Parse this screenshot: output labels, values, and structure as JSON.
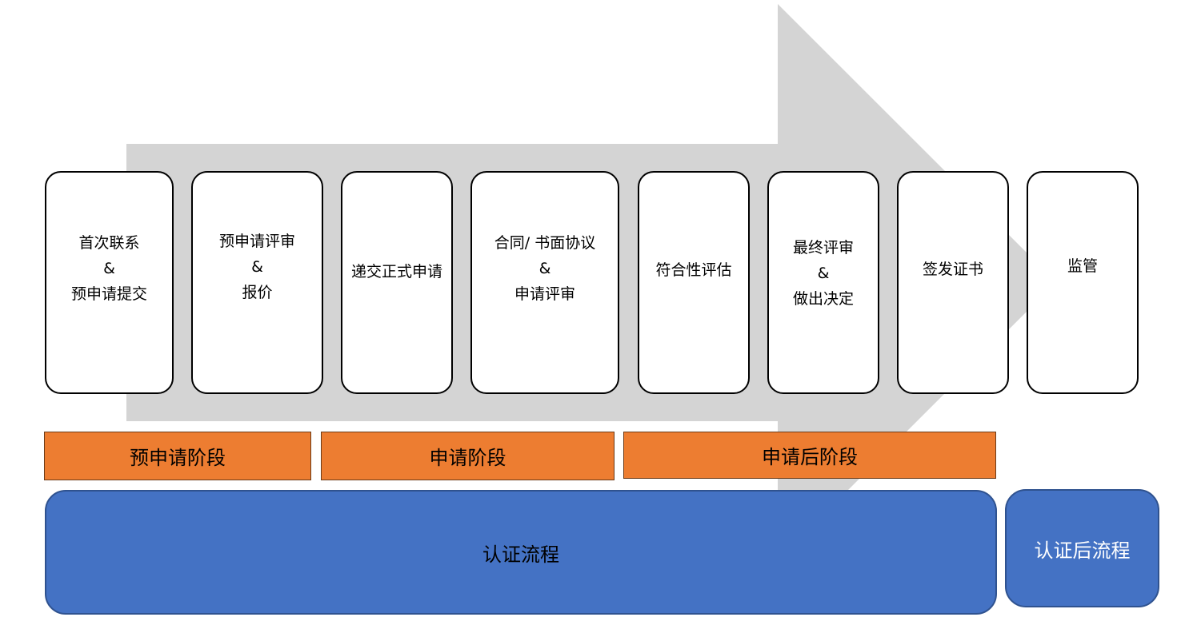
{
  "colors": {
    "arrow": "#d4d4d4",
    "phase": "#ed7d31",
    "process": "#4472c4"
  },
  "steps": [
    {
      "lines": [
        "首次联系",
        "&",
        "预申请提交"
      ]
    },
    {
      "lines": [
        "预申请评审",
        "&",
        "报价"
      ]
    },
    {
      "lines": [
        "递交正式申请"
      ]
    },
    {
      "lines": [
        "合同/ 书面协议",
        "&",
        "申请评审"
      ]
    },
    {
      "lines": [
        "符合性评估"
      ]
    },
    {
      "lines": [
        "最终评审",
        "&",
        "做出决定"
      ]
    },
    {
      "lines": [
        "签发证书"
      ]
    },
    {
      "lines": [
        "监管"
      ]
    }
  ],
  "phases": [
    "预申请阶段",
    "申请阶段",
    "申请后阶段"
  ],
  "processes": [
    "认证流程",
    "认证后流程"
  ]
}
